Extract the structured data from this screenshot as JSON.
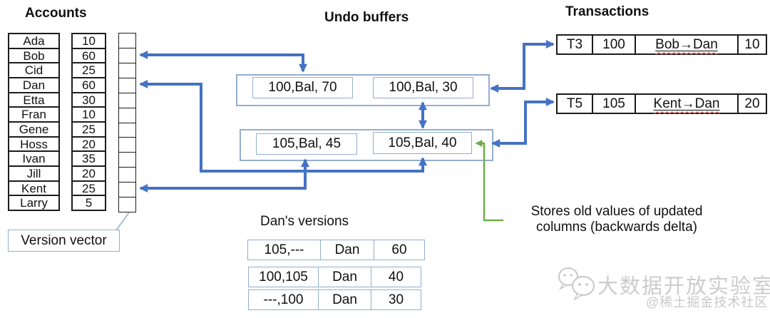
{
  "titles": {
    "accounts": "Accounts",
    "undo_buffers": "Undo buffers",
    "transactions": "Transactions",
    "dans_versions": "Dan's versions"
  },
  "accounts": {
    "rows": [
      {
        "name": "Ada",
        "balance": "10"
      },
      {
        "name": "Bob",
        "balance": "60"
      },
      {
        "name": "Cid",
        "balance": "25"
      },
      {
        "name": "Dan",
        "balance": "60"
      },
      {
        "name": "Etta",
        "balance": "30"
      },
      {
        "name": "Fran",
        "balance": "10"
      },
      {
        "name": "Gene",
        "balance": "25"
      },
      {
        "name": "Hoss",
        "balance": "20"
      },
      {
        "name": "Ivan",
        "balance": "35"
      },
      {
        "name": "Jill",
        "balance": "20"
      },
      {
        "name": "Kent",
        "balance": "25"
      },
      {
        "name": "Larry",
        "balance": "5"
      }
    ]
  },
  "version_vector": {
    "label": "Version vector",
    "cell_count": 12
  },
  "undo_buffers": {
    "buffer_t3": {
      "entries": [
        "100,Bal, 70",
        "100,Bal, 30"
      ]
    },
    "buffer_t5": {
      "entries": [
        "105,Bal, 45",
        "105,Bal, 40"
      ]
    }
  },
  "transactions": {
    "rows": [
      {
        "id": "T3",
        "timestamp": "100",
        "operation": "Bob→Dan",
        "amount": "10"
      },
      {
        "id": "T5",
        "timestamp": "105",
        "operation": "Kent→Dan",
        "amount": "20"
      }
    ]
  },
  "dans_versions": {
    "rows": [
      [
        "105,---",
        "Dan",
        "60"
      ],
      [
        "100,105",
        "Dan",
        "40"
      ],
      [
        "---,100",
        "Dan",
        "30"
      ]
    ]
  },
  "annotation": {
    "line1": "Stores old values of updated",
    "line2": "columns (backwards delta)"
  },
  "watermark": {
    "icon": "wechat-icon",
    "brand": "大数据开放实验室",
    "community": "@稀土掘金技术社区"
  },
  "colors": {
    "arrow_blue": "#4472C4",
    "arrow_green": "#70AD47",
    "light_box_border": "#93AECF",
    "dark_table_border": "#1c1c1c",
    "watermark_gray": "#cccccc"
  }
}
